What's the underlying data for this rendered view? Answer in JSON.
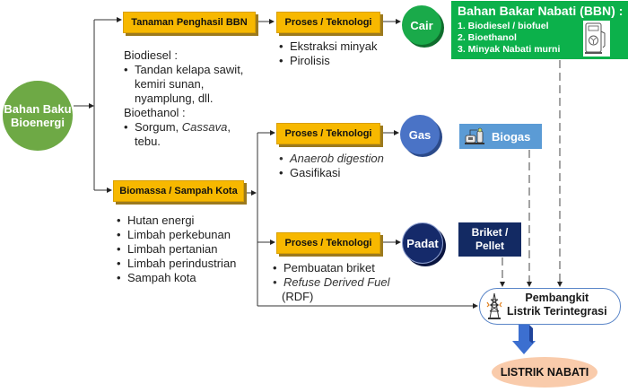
{
  "root": {
    "line1": "Bahan Baku",
    "line2": "Bioenergi"
  },
  "branches": {
    "tanaman": {
      "label": "Tanaman Penghasil BBN",
      "biodiesel_heading": "Biodiesel :",
      "biodiesel_items": [
        "Tandan kelapa sawit,",
        "kemiri sunan,",
        "nyamplung, dll."
      ],
      "bioethanol_heading": "Bioethanol :",
      "bioethanol_item_a": "Sorgum, ",
      "bioethanol_item_italic": "Cassava",
      "bioethanol_item_b": ",",
      "bioethanol_item_cont": "tebu."
    },
    "biomassa": {
      "label": "Biomassa  / Sampah Kota",
      "items": [
        "Hutan energi",
        "Limbah perkebunan",
        "Limbah pertanian",
        "Limbah perindustrian",
        "Sampah kota"
      ]
    }
  },
  "process": {
    "label": "Proses / Teknologi",
    "cair_items": [
      "Ekstraksi minyak",
      "Pirolisis"
    ],
    "gas_items_italic": "Anaerob digestion",
    "gas_items": [
      "Gasifikasi"
    ],
    "padat_items": [
      "Pembuatan briket"
    ],
    "padat_italic": "Refuse Derived Fuel",
    "padat_cont": "(RDF)"
  },
  "states": {
    "cair": "Cair",
    "gas": "Gas",
    "padat": "Padat"
  },
  "bbn_box": {
    "title": "Bahan Bakar Nabati (BBN) :",
    "items": [
      "1. Biodiesel / biofuel",
      "2. Bioethanol",
      "3. Minyak Nabati murni"
    ],
    "icon": "fuel-pump-icon"
  },
  "biogas_box": {
    "label": "Biogas",
    "icon": "biogas-plant-icon"
  },
  "briket_box": {
    "line1": "Briket /",
    "line2": "Pellet"
  },
  "plant_box": {
    "line1": "Pembangkit",
    "line2": "Listrik Terintegrasi",
    "icon": "transmission-tower-icon"
  },
  "result": {
    "label": "LISTRIK NABATI"
  },
  "colors": {
    "root_green": "#6ea945",
    "process_yellow": "#f7b800",
    "cair_green": "#1aaa4a",
    "gas_blue": "#4a73c6",
    "padat_navy": "#152a6a",
    "bbn_green": "#0cb14b",
    "biogas_blue": "#5b9bd5",
    "result_peach": "#f9cbab"
  }
}
